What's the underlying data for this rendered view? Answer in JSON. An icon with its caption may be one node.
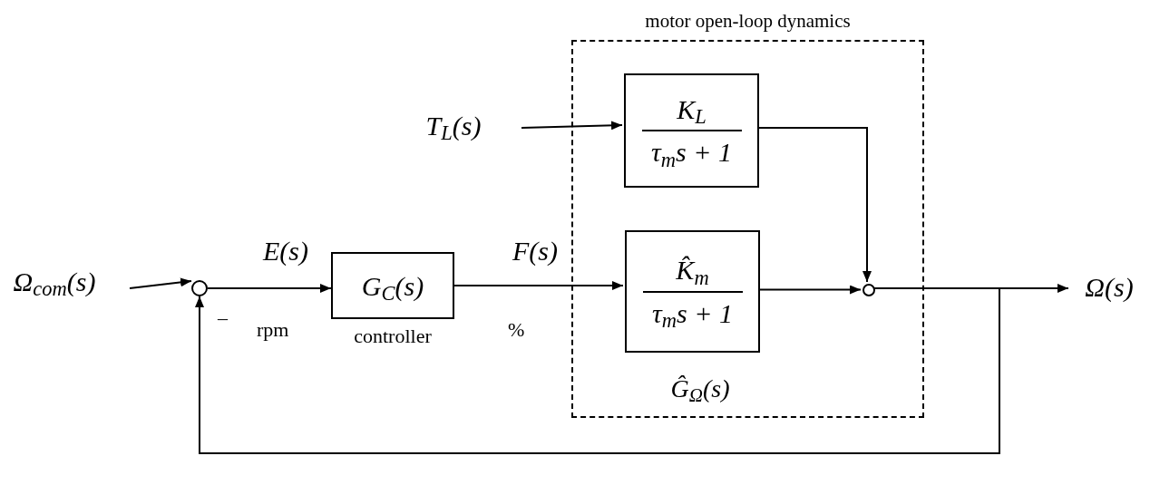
{
  "diagram": {
    "nodes": [
      {
        "text": [
          "Ω$_{com}$(s)"
        ]
      },
      {
        "text": [],
        "shape": "circle"
      },
      {
        "text": [
          "G$_{C}$(s)"
        ],
        "beside": [
          "controller"
        ]
      },
      {
        "text": [
          "motor open-loop dynamics",
          "Ĝ$_{Ω}$(s)"
        ]
      },
      {
        "text": [
          "T$_{L}$(s)"
        ]
      },
      {
        "text": [
          "K$_{L}$",
          "τ$_{m}$s + 1"
        ],
        "in": 3
      },
      {
        "text": [
          "K̂$_{m}$",
          "τ$_{m}$s + 1"
        ],
        "in": 3
      },
      {
        "text": [],
        "shape": "circle",
        "in": 3
      },
      {
        "text": [
          "Ω(s)"
        ]
      }
    ],
    "edges": [
      {
        "from": 0,
        "to": 1,
        "arrow": "to"
      },
      {
        "from": 1,
        "to": 2,
        "arrow": "to",
        "label": "E(s)"
      },
      {
        "from": 2,
        "to": 6,
        "arrow": "to",
        "label": "F(s)"
      },
      {
        "from": 4,
        "to": 5,
        "arrow": "to"
      },
      {
        "from": 5,
        "to": 7,
        "arrow": "to"
      },
      {
        "from": 6,
        "to": 7,
        "arrow": "to"
      },
      {
        "from": 7,
        "to": 8,
        "arrow": "to"
      },
      {
        "from": 7,
        "to": 1,
        "arrow": "to"
      }
    ],
    "labels": [
      "rpm",
      "%",
      "–"
    ]
  }
}
